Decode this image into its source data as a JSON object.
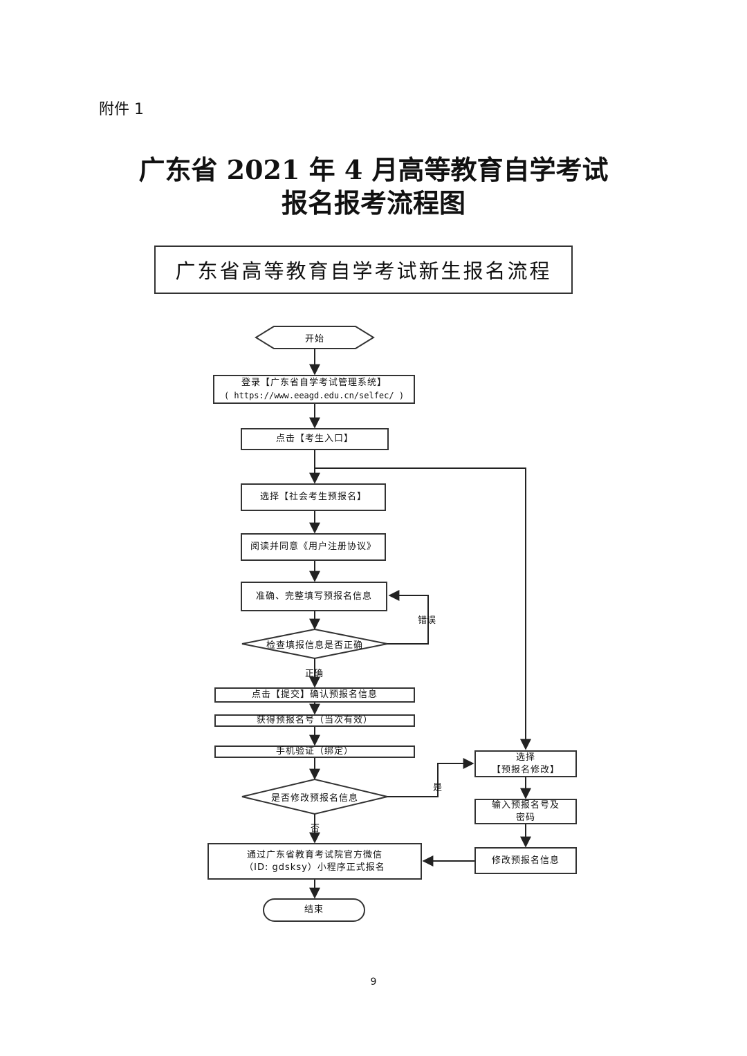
{
  "attachment": "附件 1",
  "title_line1": "广东省 2021 年 4 月高等教育自学考试",
  "title_line2": "报名报考流程图",
  "banner": "广东省高等教育自学考试新生报名流程",
  "nodes": {
    "start": "开始",
    "login_line1": "登录【广东省自学考试管理系统】",
    "login_line2": "( https://www.eeagd.edu.cn/selfec/ )",
    "click_entry": "点击【考生入口】",
    "choose_social": "选择【社会考生预报名】",
    "read_agree": "阅读并同意《用户注册协议》",
    "fill_info": "准确、完整填写预报名信息",
    "check_info": "检查填报信息是否正确",
    "submit": "点击【提交】确认预报名信息",
    "get_number": "获得预报名号（当次有效）",
    "phone_verify": "手机验证（绑定）",
    "modify_q": "是否修改预报名信息",
    "formal_line1": "通过广东省教育考试院官方微信",
    "formal_line2": "（ID: gdsksy）小程序正式报名",
    "end": "结束",
    "choose_modify_line1": "选择",
    "choose_modify_line2": "【预报名修改】",
    "input_line1": "输入预报名号及",
    "input_line2": "密码",
    "modify_info": "修改预报名信息"
  },
  "edge_labels": {
    "error": "错误",
    "correct": "正确",
    "yes": "是",
    "no": "否"
  },
  "page_number": "9"
}
